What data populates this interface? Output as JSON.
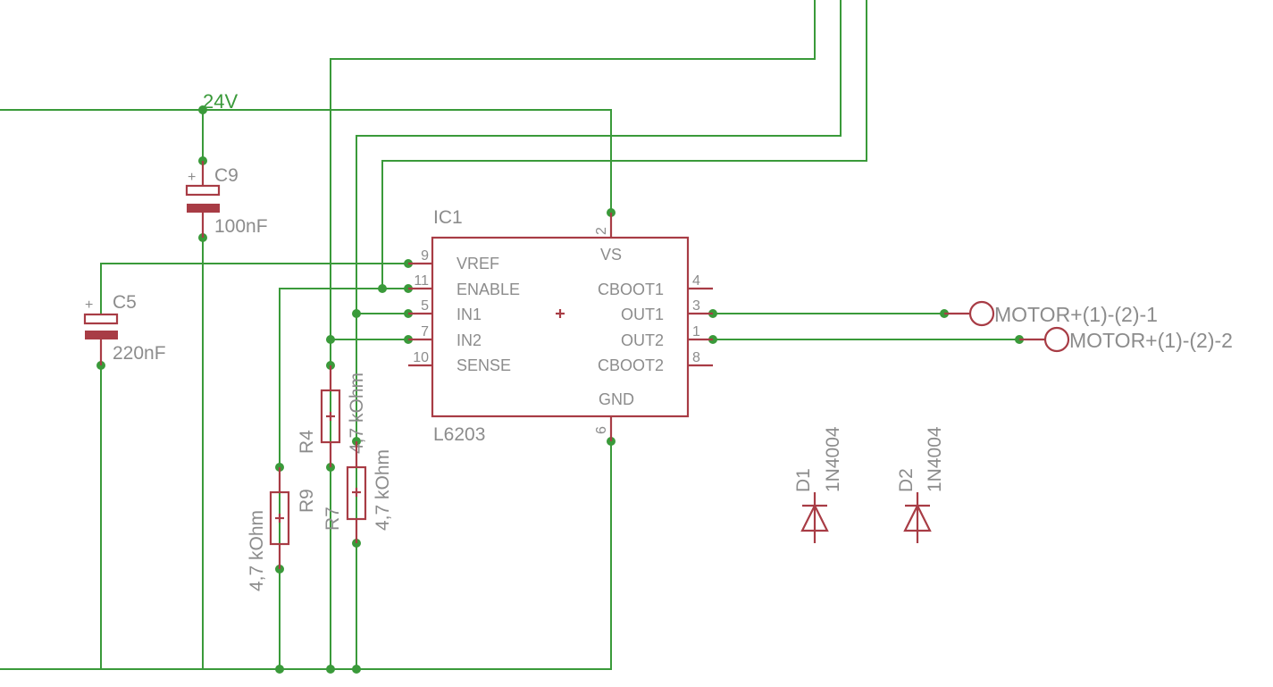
{
  "net_24v": "24V",
  "ic": {
    "name": "IC1",
    "value": "L6203",
    "pins_left": [
      {
        "num": "9",
        "label": "VREF"
      },
      {
        "num": "11",
        "label": "ENABLE"
      },
      {
        "num": "5",
        "label": "IN1"
      },
      {
        "num": "7",
        "label": "IN2"
      },
      {
        "num": "10",
        "label": "SENSE"
      }
    ],
    "pins_right": [
      {
        "num": "4",
        "label": "CBOOT1"
      },
      {
        "num": "3",
        "label": "OUT1"
      },
      {
        "num": "1",
        "label": "OUT2"
      },
      {
        "num": "8",
        "label": "CBOOT2"
      }
    ],
    "pin_top": {
      "num": "2",
      "label": "VS"
    },
    "pin_bottom": {
      "num": "6",
      "label": "GND"
    }
  },
  "capacitors": [
    {
      "name": "C9",
      "value": "100nF",
      "polarity": "+"
    },
    {
      "name": "C5",
      "value": "220nF",
      "polarity": "+"
    }
  ],
  "resistors": [
    {
      "name": "R4",
      "value": "4,7 kOhm"
    },
    {
      "name": "R7",
      "value": "4,7 kOhm"
    },
    {
      "name": "R9",
      "value": "4,7 kOhm"
    }
  ],
  "diodes": [
    {
      "name": "D1",
      "value": "1N4004"
    },
    {
      "name": "D2",
      "value": "1N4004"
    }
  ],
  "connectors": [
    {
      "label": "MOTOR+(1)-(2)-1"
    },
    {
      "label": "MOTOR+(1)-(2)-2"
    }
  ]
}
